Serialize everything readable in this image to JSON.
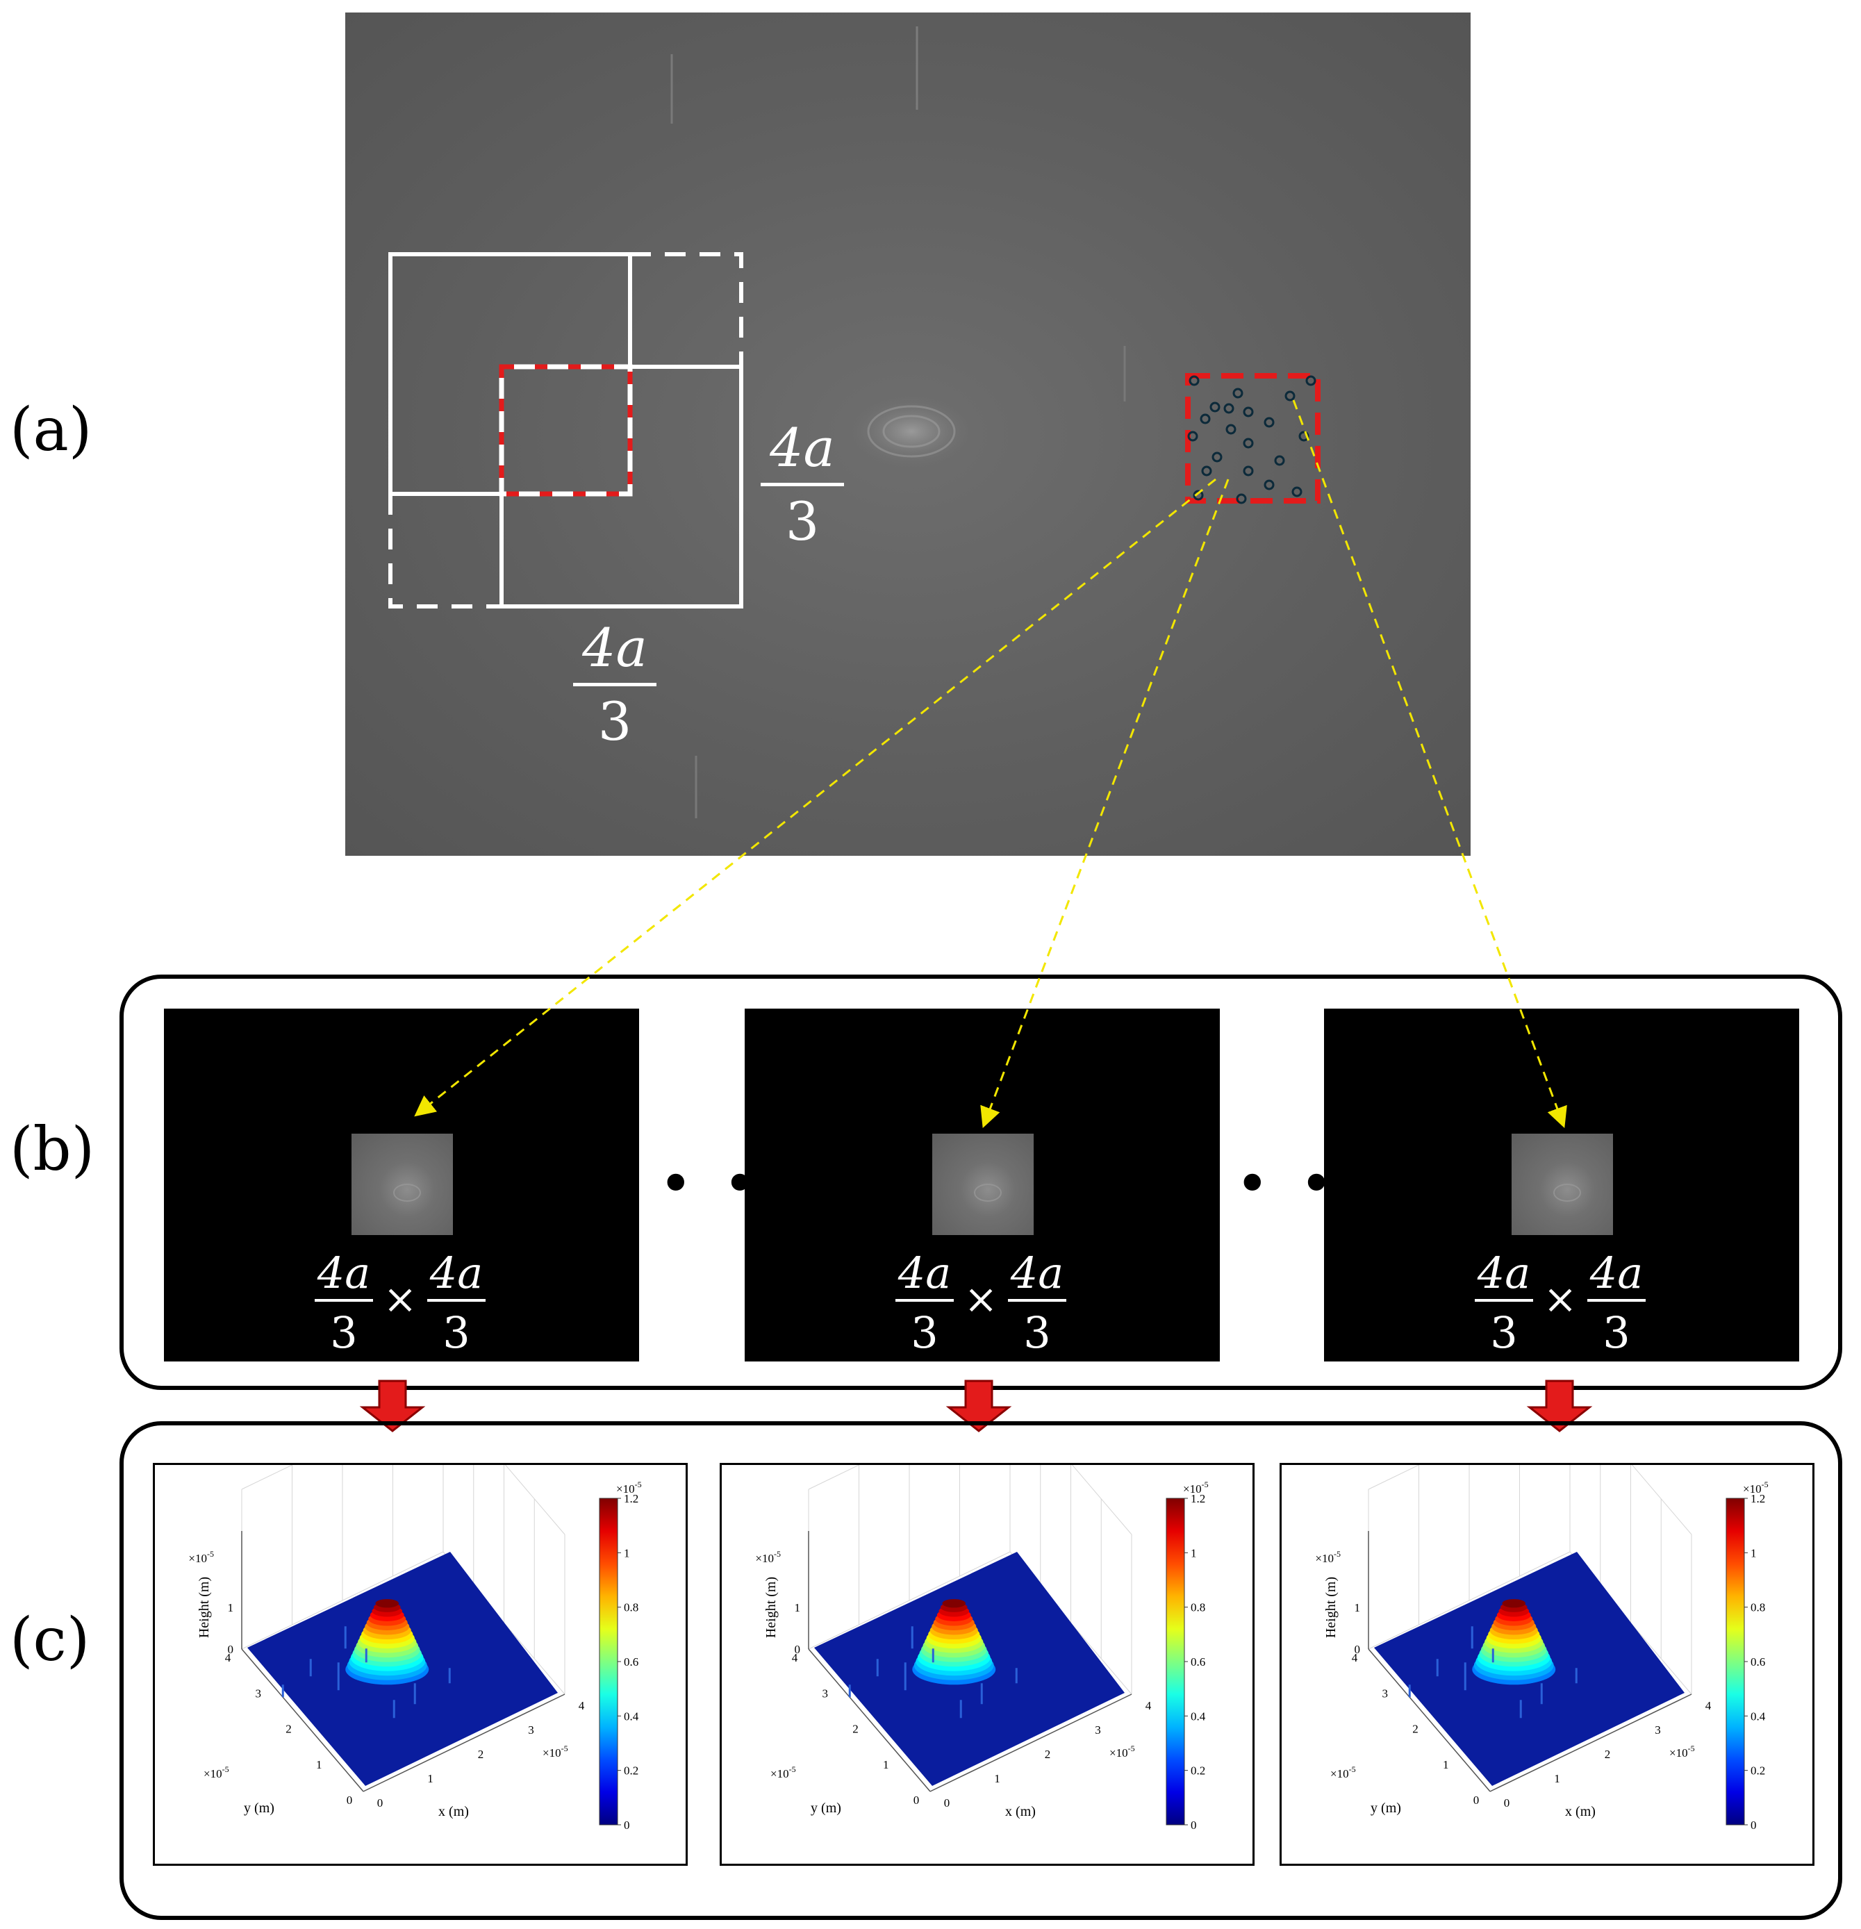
{
  "panels": {
    "a": "(a)",
    "b": "(b)",
    "c": "(c)"
  },
  "window_size": {
    "numerator": "4a",
    "denominator": "3"
  },
  "subimage": {
    "num": "4a",
    "den": "3",
    "times": "×"
  },
  "ellipsis": "• • •",
  "plots": {
    "ylabel": "Height (m)",
    "ylabel_y": "y (m)",
    "xlabel": "x (m)",
    "z_exponent": "×10",
    "exp": "-5",
    "z_ticks": [
      "0",
      "1"
    ],
    "xy_ticks": [
      "0",
      "1",
      "2",
      "3",
      "4"
    ],
    "colorbar_ticks": [
      "0",
      "0.2",
      "0.4",
      "0.6",
      "0.8",
      "1",
      "1.2"
    ]
  },
  "colors": {
    "highlight": "#e31b1b",
    "arrow": "#f2e600",
    "surface_low": "#0a1d9e",
    "surface_high": "#e01010"
  }
}
